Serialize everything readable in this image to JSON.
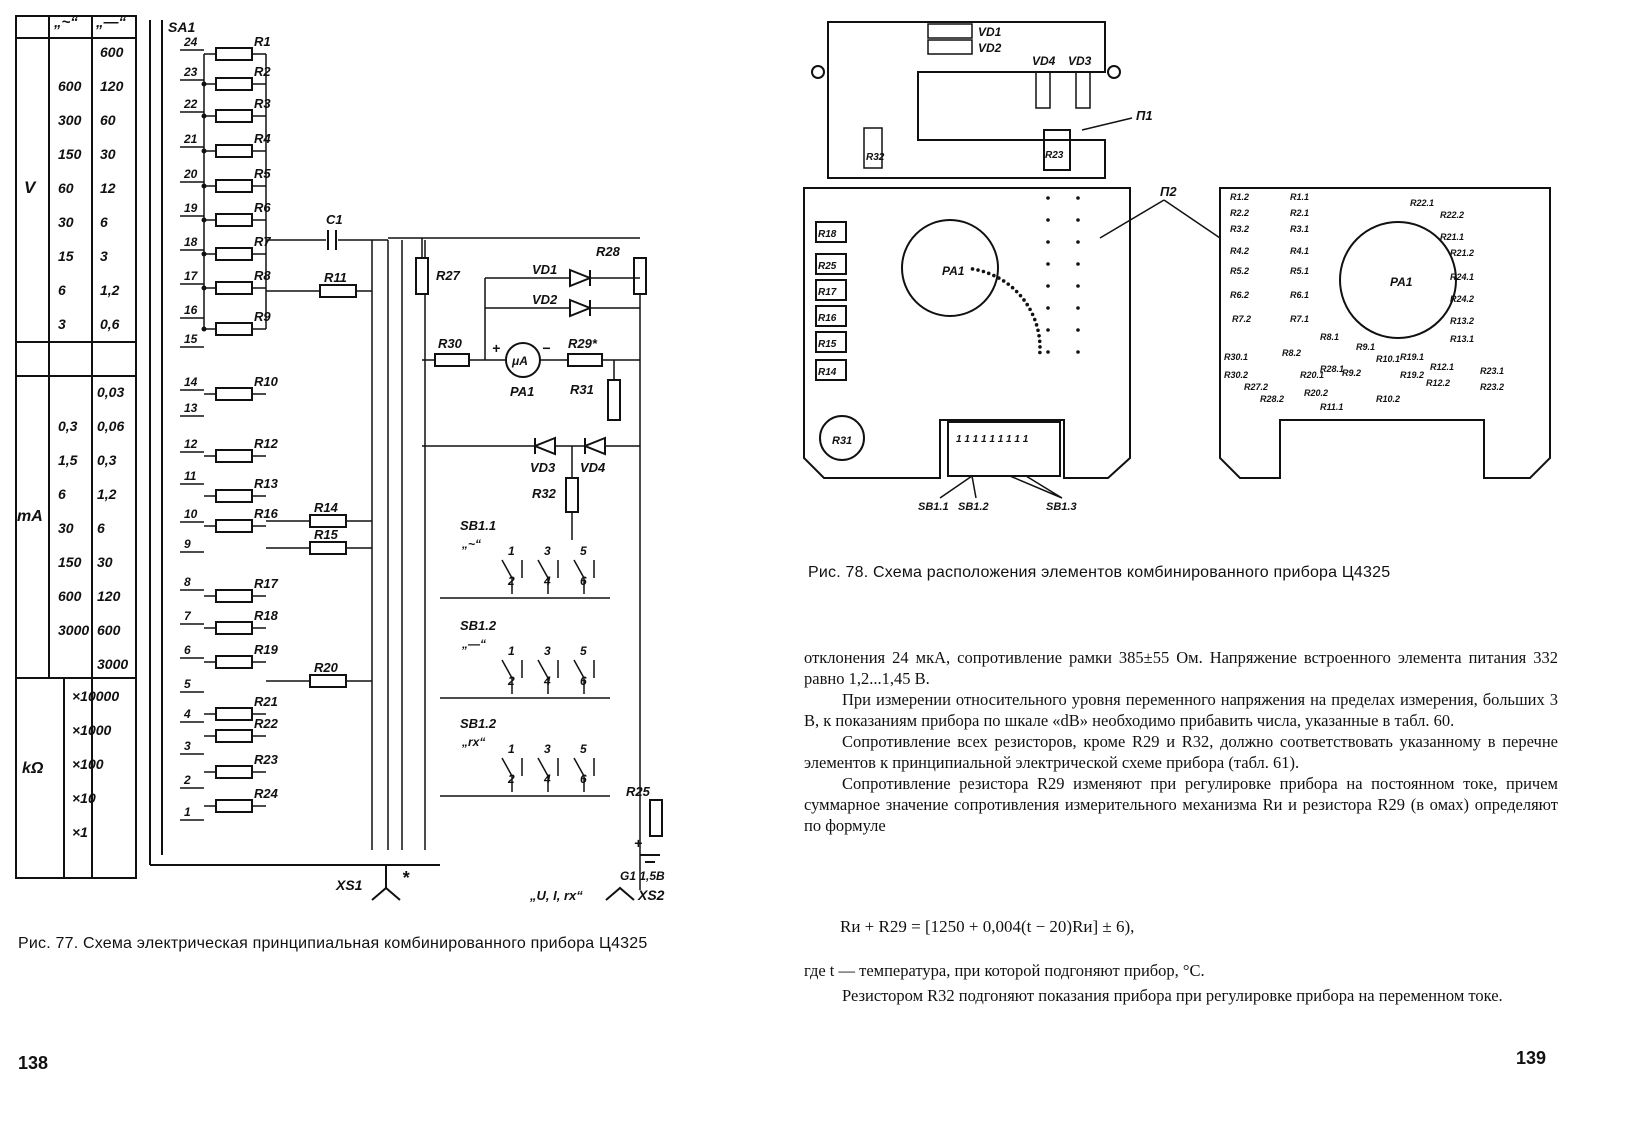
{
  "left_page": {
    "page_number": "138",
    "figure_caption": "Рис. 77. Схема электрическая принципиальная комбинированного прибора Ц4325",
    "range_table": {
      "headers": [
        "„~“",
        "„—“"
      ],
      "v_unit": "V",
      "v_ac": [
        "600",
        "300",
        "150",
        "60",
        "30",
        "15",
        "6",
        "3"
      ],
      "v_dc": [
        "600",
        "120",
        "60",
        "30",
        "12",
        "6",
        "3",
        "1,2",
        "0,6"
      ],
      "ma_unit": "mA",
      "ma_ac": [
        "0,3",
        "1,5",
        "6",
        "30",
        "150",
        "600",
        "3000"
      ],
      "ma_dc": [
        "0,03",
        "0,06",
        "0,3",
        "1,2",
        "6",
        "30",
        "120",
        "600",
        "3000"
      ],
      "kohm_unit": "kΩ",
      "kohm": [
        "×10000",
        "×1000",
        "×100",
        "×10",
        "×1"
      ]
    },
    "schematic": {
      "switch_label": "SA1",
      "positions": [
        "24",
        "23",
        "22",
        "21",
        "20",
        "19",
        "18",
        "17",
        "16",
        "15",
        "14",
        "13",
        "12",
        "11",
        "10",
        "9",
        "8",
        "7",
        "6",
        "5",
        "4",
        "3",
        "2",
        "1"
      ],
      "resistors_left": [
        "R1",
        "R2",
        "R3",
        "R4",
        "R5",
        "R6",
        "R7",
        "R8",
        "R9",
        "R10",
        "R12",
        "R13",
        "R16",
        "R17",
        "R18",
        "R19",
        "R21",
        "R22",
        "R23",
        "R24"
      ],
      "resistors_mid": [
        "R11",
        "R14",
        "R15",
        "R20"
      ],
      "capacitor": "C1",
      "r27": "R27",
      "r28": "R28",
      "r29": "R29*",
      "r30": "R30",
      "r31": "R31",
      "r32": "R32",
      "r25": "R25",
      "meter": "μA",
      "meter_label": "PA1",
      "diodes": [
        "VD1",
        "VD2",
        "VD3",
        "VD4"
      ],
      "switch_sections": [
        "SB1.1",
        "SB1.2",
        "SB1.2"
      ],
      "switch_modes": [
        "„~“",
        "„—“",
        "„rx“"
      ],
      "switch_contacts_top": [
        "1",
        "3",
        "5"
      ],
      "switch_contacts_bottom": [
        "2",
        "4",
        "6"
      ],
      "battery": "G1 1,5B",
      "xs1": "XS1",
      "xs1_mark": "*",
      "xs2": "XS2",
      "xs2_label": "„U, I, rx“"
    }
  },
  "right_page": {
    "page_number": "139",
    "figure_caption": "Рис. 78. Схема расположения элементов комбинированного прибора Ц4325",
    "layout_labels": {
      "top_board": [
        "VD1",
        "VD2",
        "VD4",
        "VD3",
        "R32",
        "R23",
        "П1"
      ],
      "board_p2": "П2",
      "left_board_resistors": [
        "R18",
        "R25",
        "R17",
        "R16",
        "R15",
        "R14"
      ],
      "meter": "PA1",
      "r31": "R31",
      "switch_contacts": "1 1 1  1 1 1  1 1 1",
      "switch_refs": [
        "SB1.1",
        "SB1.2",
        "SB1.3"
      ],
      "right_board_pads": [
        "R1.2",
        "R1.1",
        "R2.2",
        "R2.1",
        "R3.2",
        "R3.1",
        "R4.2",
        "R4.1",
        "R5.2",
        "R5.1",
        "R6.2",
        "R6.1",
        "R7.2",
        "R7.1",
        "R8.1",
        "R8.2",
        "R9.1",
        "R9.2",
        "R10.1",
        "R10.2",
        "R11.1",
        "R19.1",
        "R19.2",
        "R20.1",
        "R20.2",
        "R22.1",
        "R22.2",
        "R21.1",
        "R21.2",
        "R24.1",
        "R24.2",
        "R13.2",
        "R13.1",
        "R23.1",
        "R23.2",
        "R27.2",
        "R28.1",
        "R28.2",
        "R30.1",
        "R30.2",
        "R12.1",
        "R12.2"
      ]
    },
    "paragraphs": [
      "отклонения 24 мкА, сопротивление рамки 385±55 Ом. Напряжение встроенного элемента питания 332 равно 1,2...1,45 В.",
      "При измерении относительного уровня переменного напряжения на пределах измерения, больших 3 В, к показаниям прибора по шкале «dB» необходимо прибавить числа, указанные в табл. 60.",
      "Сопротивление всех резисторов, кроме R29 и R32, должно соответствовать указанному в перечне элементов к принципиальной электрической схеме прибора (табл. 61).",
      "Сопротивление резистора R29 изменяют при регулировке прибора на постоянном токе, причем суммарное значение сопротивления измерительного механизма Rи и резистора R29 (в омах) определяют по формуле"
    ],
    "formula": "Rи + R29 = [1250 + 0,004(t − 20)Rи] ± 6),",
    "where_line": "где t — температура, при которой подгоняют прибор, °С.",
    "last_paragraph": "Резистором R32 подгоняют показания прибора при регулировке прибора на переменном токе."
  }
}
